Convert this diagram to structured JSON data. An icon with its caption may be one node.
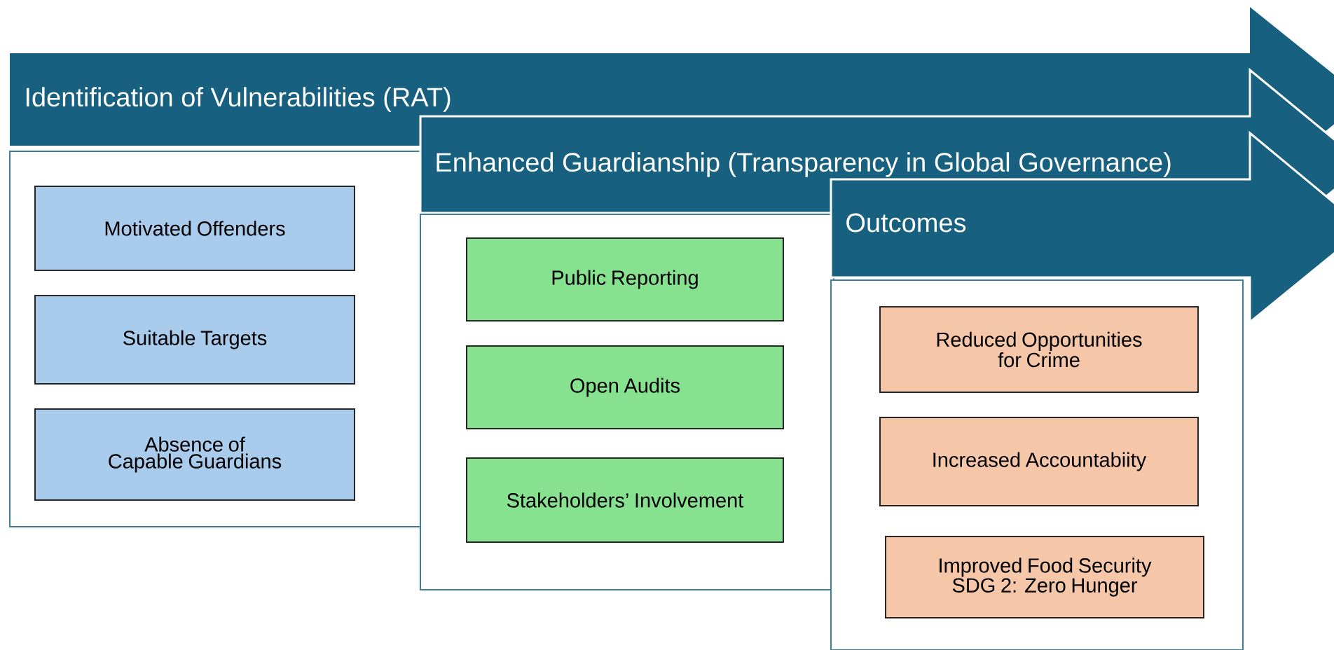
{
  "diagram": {
    "nodes": [
      {
        "text": [
          "Identification of Vulnerabilities (RAT)"
        ]
      },
      {
        "text": [],
        "shape": "box"
      },
      {
        "text": [
          "Motivated Offenders"
        ],
        "in": 1
      },
      {
        "text": [
          "Suitable Targets"
        ],
        "in": 1
      },
      {
        "text": [
          "Absence of Capable Guardians"
        ],
        "in": 1
      },
      {
        "text": [
          "Enhanced Guardianship (Transparency in Global Governance)"
        ]
      },
      {
        "text": [],
        "shape": "box"
      },
      {
        "text": [
          "Public Reporting"
        ],
        "in": 6
      },
      {
        "text": [
          "Open Audits"
        ],
        "in": 6
      },
      {
        "text": [
          "Stakeholders’ Involvement"
        ],
        "in": 6
      },
      {
        "text": [
          "Outcomes"
        ]
      },
      {
        "text": [],
        "shape": "box"
      },
      {
        "text": [
          "Reduced Opportunities for Crime"
        ],
        "in": 11
      },
      {
        "text": [
          "Increased Accountabiity"
        ],
        "in": 11
      },
      {
        "text": [
          "Improved Food Security SDG 2: Zero Hunger"
        ],
        "in": 11
      }
    ]
  }
}
